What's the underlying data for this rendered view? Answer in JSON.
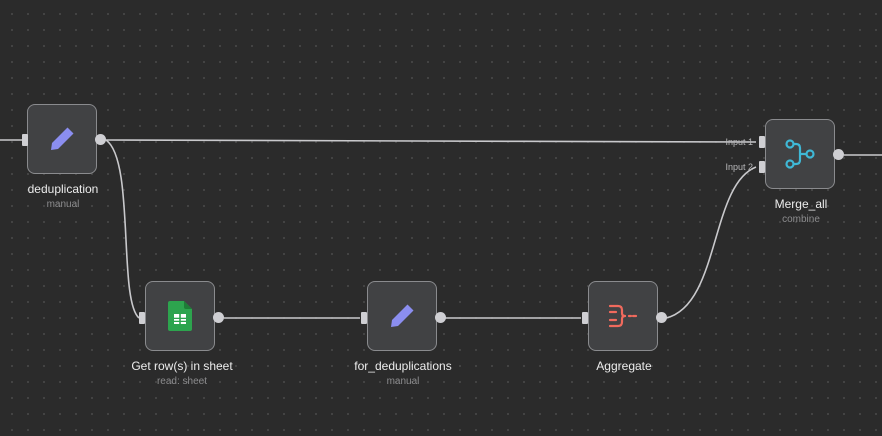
{
  "nodes": [
    {
      "id": "deduplication",
      "title": "deduplication",
      "subtitle": "manual",
      "icon": "pencil-icon"
    },
    {
      "id": "get_rows",
      "title": "Get row(s) in sheet",
      "subtitle": "read: sheet",
      "icon": "google-sheets-icon"
    },
    {
      "id": "for_deduplications",
      "title": "for_deduplications",
      "subtitle": "manual",
      "icon": "pencil-icon"
    },
    {
      "id": "aggregate",
      "title": "Aggregate",
      "subtitle": "",
      "icon": "aggregate-icon"
    },
    {
      "id": "merge_all",
      "title": "Merge_all",
      "subtitle": "combine",
      "icon": "merge-icon"
    }
  ],
  "merge_inputs": {
    "input1": "Input 1",
    "input2": "Input 2"
  },
  "colors": {
    "canvas": "#2b2b2b",
    "node_fill": "#414244",
    "node_border": "#8a8b8e",
    "connection": "#c9c9cc",
    "pencil": "#8b8ef0",
    "sheets": "#2da44e",
    "aggregate": "#f06a5d",
    "merge": "#3fb8d6"
  }
}
